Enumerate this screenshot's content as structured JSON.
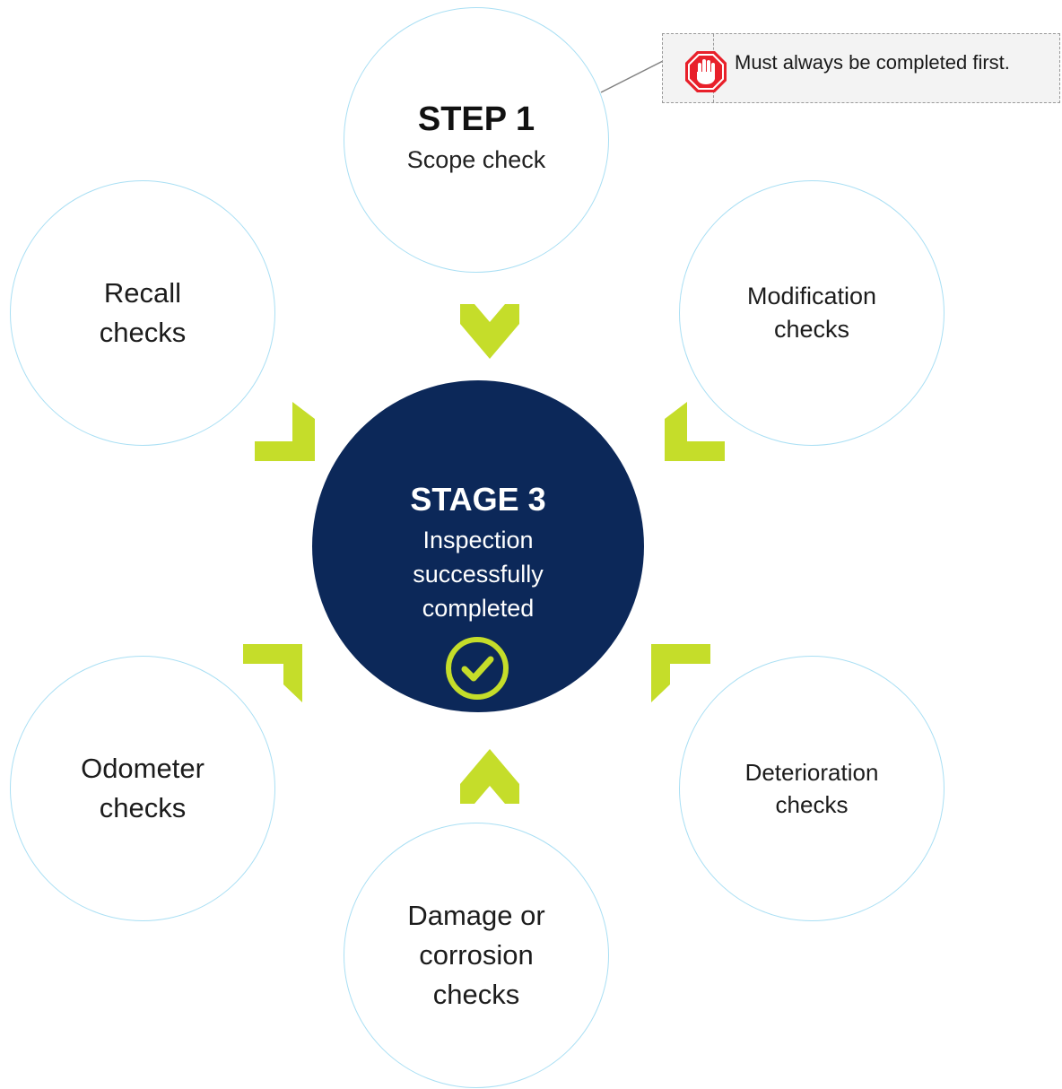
{
  "step1": {
    "title": "STEP 1",
    "subtitle": "Scope check"
  },
  "stage3": {
    "title": "STAGE 3",
    "subtitle": "Inspection\nsuccessfully\ncompleted"
  },
  "checks": {
    "recall": "Recall\nchecks",
    "modification": "Modification\nchecks",
    "odometer": "Odometer\nchecks",
    "deterioration": "Deterioration\nchecks",
    "damage": "Damage or\ncorrosion\nchecks"
  },
  "callout": {
    "text": "Must always be completed first.",
    "icon": "stop-hand-icon"
  },
  "colors": {
    "center_fill": "#0c2859",
    "arrow_green": "#c5dd2a",
    "bubble_border": "#a9dff4",
    "stop_red": "#e8202a"
  }
}
